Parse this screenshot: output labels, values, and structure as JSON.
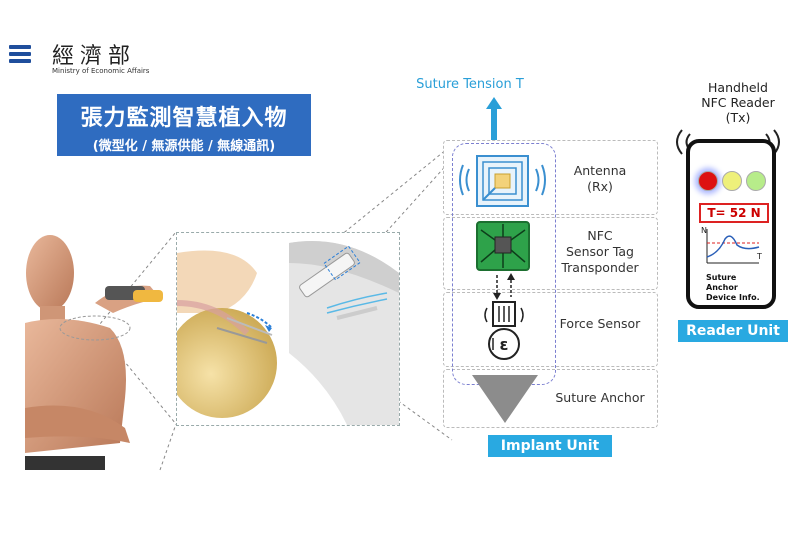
{
  "header": {
    "ministry_cn": "經濟部",
    "ministry_en": "Ministry of Economic Affairs"
  },
  "title": {
    "main": "張力監測智慧植入物",
    "sub": "(微型化 / 無源供能 / 無線通訊)"
  },
  "implant": {
    "suture_tension": "Suture Tension T",
    "components": [
      {
        "label": "Antenna\n(Rx)"
      },
      {
        "label": "NFC\nSensor Tag\nTransponder"
      },
      {
        "label": "Force Sensor"
      },
      {
        "label": "Suture Anchor"
      }
    ],
    "unit_label": "Implant Unit"
  },
  "reader": {
    "title": "Handheld\nNFC Reader\n(Tx)",
    "display_value": "T=   52 N",
    "graph_y_label": "N",
    "graph_x_label": "T",
    "info": "Suture\nAnchor\nDevice Info.",
    "unit_label": "Reader Unit"
  },
  "colors": {
    "title_bg": "#2f6cc0",
    "badge_bg": "#29a9e1",
    "arrow": "#2a9fd8",
    "alert": "#d22222"
  }
}
